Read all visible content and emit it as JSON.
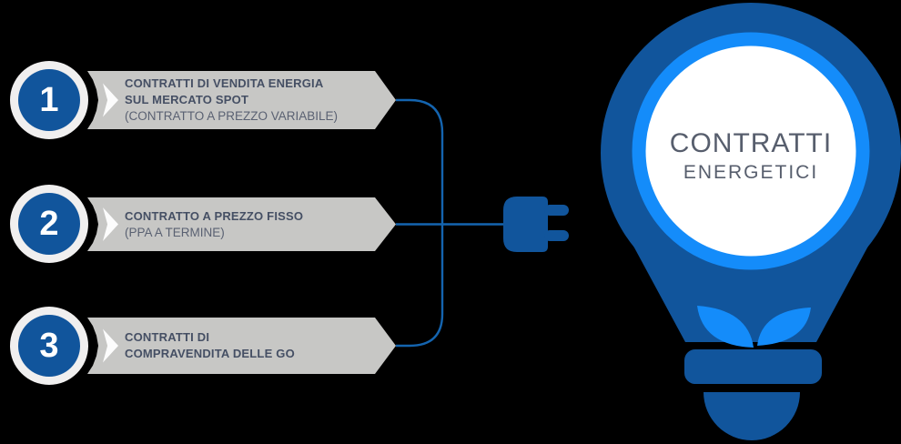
{
  "canvas": {
    "background": "#000000"
  },
  "items": [
    {
      "number": "1",
      "line1": "CONTRATTI DI VENDITA ENERGIA",
      "line2": "SUL MERCATO SPOT",
      "line3": "(CONTRATTO A PREZZO VARIABILE)"
    },
    {
      "number": "2",
      "line1": "CONTRATTO A PREZZO FISSO",
      "line2": "(PPA A TERMINE)"
    },
    {
      "number": "3",
      "line1": "CONTRATTI DI",
      "line2": "COMPRAVENDITA DELLE GO"
    }
  ],
  "bulb": {
    "title": "CONTRATTI",
    "subtitle": "ENERGETICI"
  },
  "colors": {
    "dark_blue": "#11559C",
    "bright_blue": "#148CFA",
    "banner_gray": "#C7C7C5",
    "text_bold": "#454F64",
    "text_regular": "#5A6172",
    "bulb_text": "#575E6D",
    "connector_line": "#1464AF",
    "badge_ring": "#F0EFEF",
    "badge_number": "#FFFFFF"
  }
}
